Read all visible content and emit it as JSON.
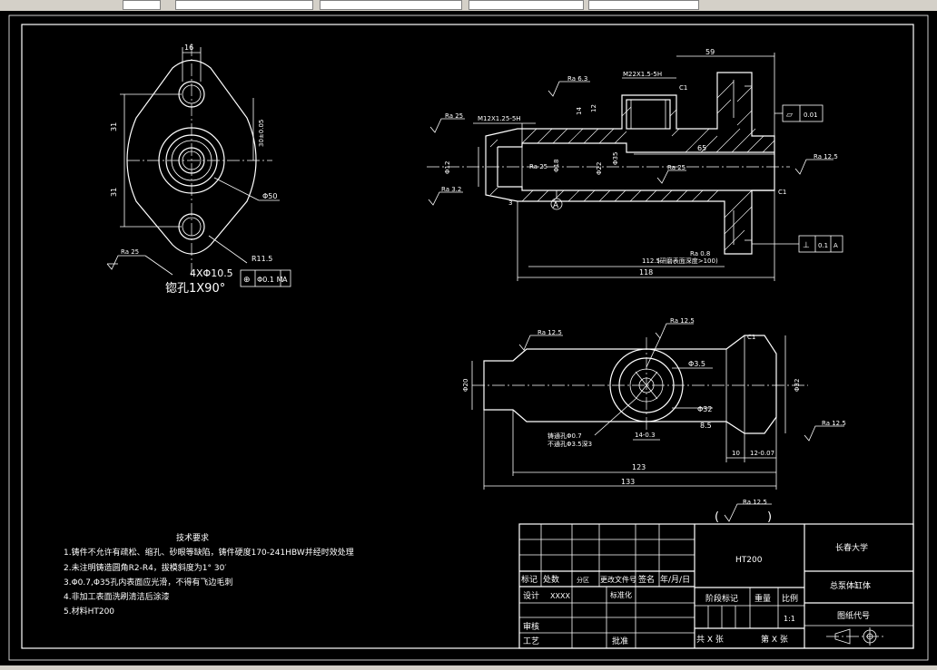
{
  "title_block": {
    "material": "HT200",
    "university": "长春大学",
    "part_name": "总泵体缸体",
    "drawing_code_label": "图纸代号",
    "scale": "1:1",
    "labels": {
      "mark": "标记",
      "count": "处数",
      "zone": "分区",
      "change_doc": "更改文件号",
      "sign": "签名",
      "date": "年/月/日",
      "design": "设计",
      "design_name": "XXXX",
      "standardize": "标准化",
      "stage_mark": "阶段标记",
      "weight": "重量",
      "scale": "比例",
      "review": "审核",
      "process": "工艺",
      "approve": "批准",
      "sheets_total": "共 X 张",
      "sheet_no": "第 X 张"
    }
  },
  "tech_requirements": {
    "heading": "技术要求",
    "items": [
      "1.铸件不允许有疏松、缩孔、砂眼等缺陷，铸件硬度170-241HBW并经时效处理",
      "2.未注明铸造圆角R2-R4，拔模斜度为1° 30′",
      "3.Φ0.7,Φ35孔内表面应光滑，不得有飞边毛刺",
      "4.非加工表面洗刷清洁后涂漆",
      "5.材料HT200"
    ]
  },
  "general_roughness": "Ra 12.5",
  "flange_view": {
    "dims": {
      "width_top": "16",
      "h1": "31",
      "h2": "31",
      "h3": "30±0.05",
      "dia": "Φ50",
      "radius": "R11.5"
    },
    "roughness": "Ra 25",
    "holes": "4XΦ10.5",
    "countersink": "锪孔1X90°",
    "position_tol": [
      "⊕",
      "Φ0.1 M",
      "A"
    ]
  },
  "section_view": {
    "dims": {
      "top": "59",
      "thread_big": "M22X1.5-5H",
      "thread_small": "M12X1.25-5H",
      "len65": "65",
      "len1125": "112.5",
      "len118": "118",
      "c1": "C1",
      "c1b": "C1",
      "v14": "14",
      "v12": "12",
      "v3": "3",
      "d18": "Φ18",
      "d22": "Φ22",
      "d12": "Φ12",
      "d35": "Φ35"
    },
    "roughness": [
      "Ra 6.3",
      "Ra 25",
      "Ra 3.2",
      "Ra 25",
      "Ra 25",
      "Ra 12.5",
      "Ra 0.8"
    ],
    "datum": "A",
    "depth_note": "(研磨表面深度>100)",
    "flatness": [
      "▱",
      "0.01"
    ],
    "perpendicularity": [
      "⊥",
      "0.1",
      "A"
    ]
  },
  "top_view": {
    "dims": {
      "d20": "Φ20",
      "d35": "Φ3.5",
      "d32": "Φ32",
      "d32b": "Φ32",
      "len123": "123",
      "len133": "133",
      "v10": "10",
      "v12": "12-0.07",
      "v85": "8.5",
      "v14": "14-0.3",
      "c1": "C1"
    },
    "roughness": [
      "Ra 12.5",
      "Ra 12.5",
      "Ra 12.5"
    ],
    "note1": "铸通孔Φ0.7",
    "note2": "不通孔Φ3.5深3"
  }
}
